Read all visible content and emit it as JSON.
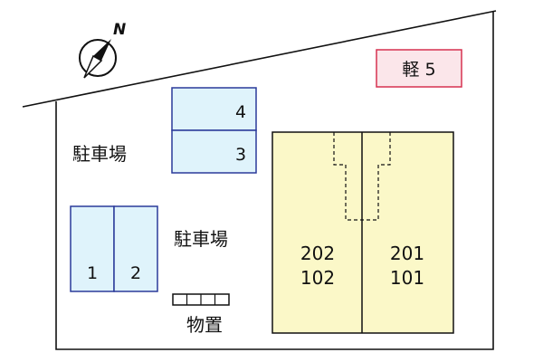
{
  "compass": {
    "letter": "N"
  },
  "small_car_parking": {
    "label": "軽 5"
  },
  "parking_areas": [
    {
      "label": "駐車場"
    },
    {
      "label": "駐車場"
    }
  ],
  "parking_spaces": [
    {
      "number": "4"
    },
    {
      "number": "3"
    },
    {
      "number": "1"
    },
    {
      "number": "2"
    }
  ],
  "storage": {
    "label": "物置"
  },
  "building": {
    "units_left": [
      "202",
      "102"
    ],
    "units_right": [
      "201",
      "101"
    ]
  },
  "colors": {
    "parking_fill": "#dff3fb",
    "parking_stroke": "#2a3a9a",
    "building_fill": "#fbf8c8",
    "small_car_fill": "#fbe6ea",
    "small_car_stroke": "#d63050",
    "line": "#111111"
  }
}
